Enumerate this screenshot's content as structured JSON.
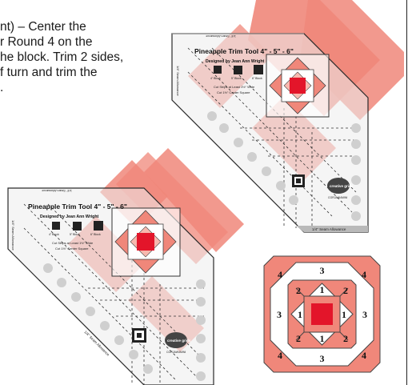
{
  "instructions": {
    "lines": [
      "nt) – Center the",
      "r Round 4 on the",
      "he block. Trim 2 sides,",
      "f turn and trim the",
      "."
    ]
  },
  "tool": {
    "title": "Pineapple Trim Tool 4\" - 5\" - 6\"",
    "designer": "Designed by Jean Ann Wright",
    "block_labels": [
      "4\" Block",
      "5\" Block",
      "6\" Block"
    ],
    "cut_strips": "Cut Strips at Least 1½\" Wide",
    "center_square": "Cut 1½\" Center Square",
    "seam_allowance": "1/4\" Seam Allowance",
    "brand": "creative grids",
    "part_number": "CGRJAW4MINI"
  },
  "block": {
    "labels": {
      "center_left": "1",
      "center_right": "1",
      "center_top": "1",
      "center_bottom": "1",
      "ring2_tl": "2",
      "ring2_tr": "2",
      "ring2_bl": "2",
      "ring2_br": "2",
      "ring3_top": "3",
      "ring3_bottom": "3",
      "ring3_left": "3",
      "ring3_right": "3",
      "corner_tl": "4",
      "corner_tr": "4",
      "corner_bl": "4",
      "corner_br": "4"
    }
  },
  "colors": {
    "salmon": "#f0877a",
    "salmon_dark": "#d8574a",
    "red_center": "#e3152a",
    "ruler_grey": "#d7d7d7",
    "ruler_border": "#2a2a2a"
  }
}
